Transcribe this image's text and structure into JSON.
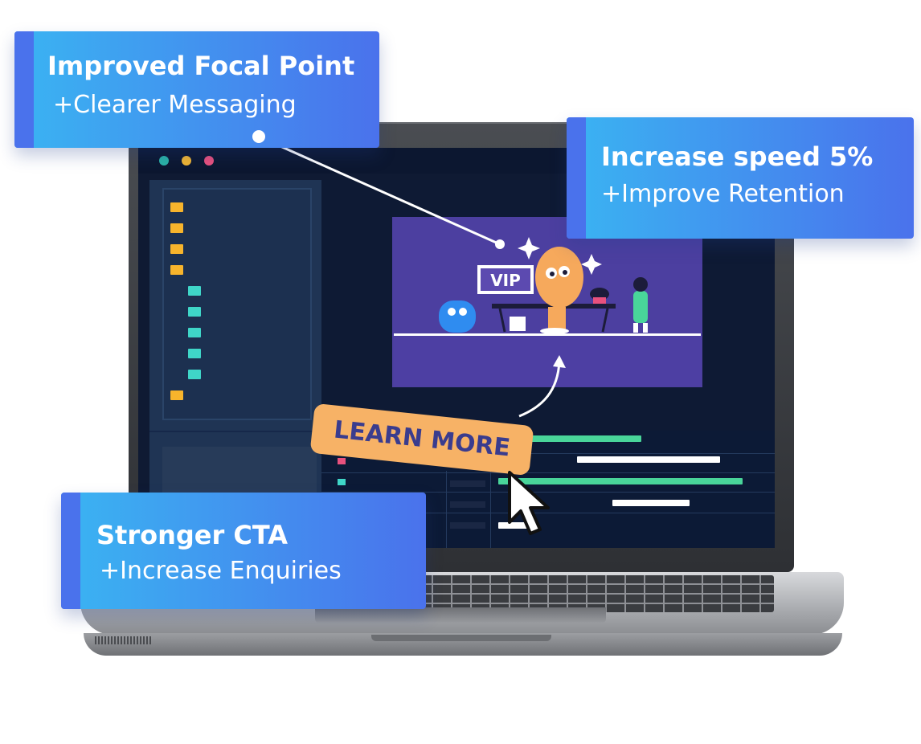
{
  "callouts": {
    "focal": {
      "title": "Improved Focal Point",
      "subtitle": "+Clearer Messaging"
    },
    "speed": {
      "title": "Increase speed 5%",
      "subtitle": "+Improve Retention"
    },
    "cta": {
      "title": "Stronger CTA",
      "subtitle": "+Increase Enquiries"
    }
  },
  "cta_button": {
    "label": "LEARN MORE"
  },
  "video": {
    "sign_label": "VIP"
  },
  "colors": {
    "callout_start": "#3ab4f2",
    "callout_end": "#4a72ec",
    "cta_orange": "#f7b266",
    "cta_text": "#3a3c8e",
    "video_purple": "#4c3fa0",
    "window_dot_teal": "#2bb3a7",
    "window_dot_yellow": "#f2b632",
    "window_dot_pink": "#e8517e",
    "tree_yellow": "#f7b42c",
    "tree_teal": "#3fd6c8",
    "timeline_green": "#49d59a"
  },
  "icons": [
    "cursor-icon",
    "curved-arrow-icon",
    "sparkle-icon"
  ]
}
